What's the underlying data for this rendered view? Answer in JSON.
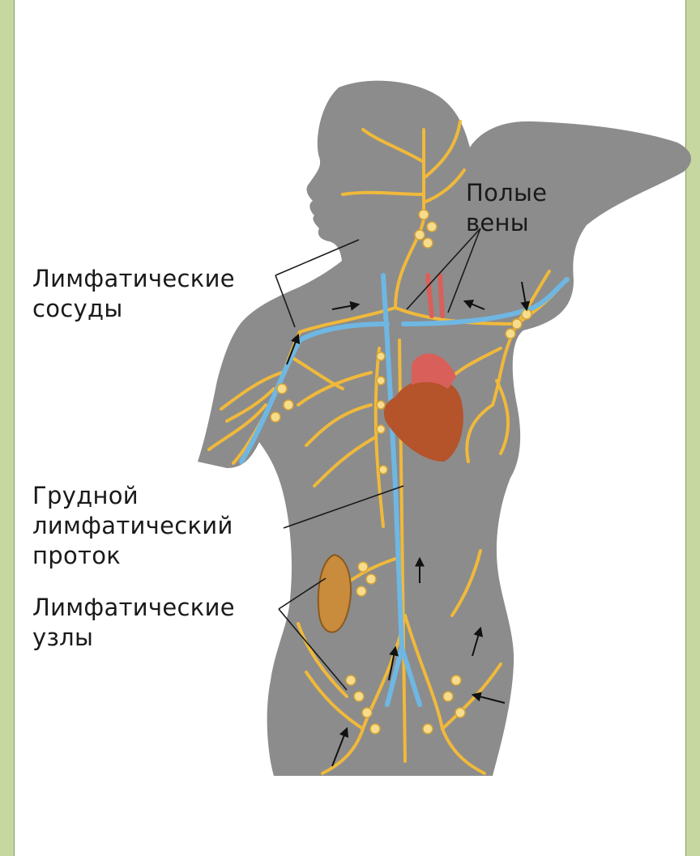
{
  "labels": {
    "vena_cava": [
      "Полые",
      "вены"
    ],
    "lymph_vessels": [
      "Лимфатические",
      "сосуды"
    ],
    "thoracic_duct": [
      "Грудной",
      "лимфатический",
      "проток"
    ],
    "lymph_nodes": [
      "Лимфатические",
      "узлы"
    ]
  },
  "colors": {
    "page_border": "#c7d7a0",
    "body": "#8c8c8c",
    "lymph": "#f0b93a",
    "node": "#f6dc8c",
    "vein": "#6fb7e3",
    "artery": "#d9605a",
    "heart": "#b5532b",
    "label": "#1a1a1a"
  },
  "icons": [
    "arrow-icon",
    "heart-icon",
    "lymph-node-icon"
  ]
}
